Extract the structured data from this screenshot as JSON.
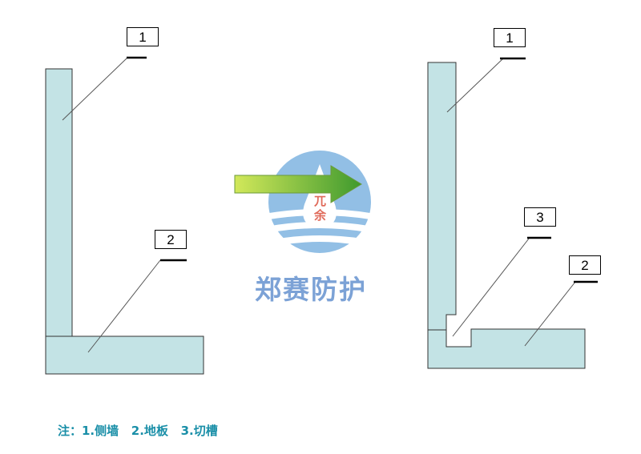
{
  "labels": {
    "left_wall": "1",
    "left_floor": "2",
    "right_wall": "1",
    "right_groove": "3",
    "right_floor": "2"
  },
  "watermark": {
    "brand": "郑赛防护",
    "char_top": "兀",
    "char_bottom": "余"
  },
  "note": "注：1.侧墙   2.地板   3.切槽",
  "colors": {
    "panel_fill": "#c3e3e5",
    "arrow_light": "#c8e04a",
    "arrow_dark": "#4e9a2c",
    "note_text": "#1a8fa8"
  }
}
